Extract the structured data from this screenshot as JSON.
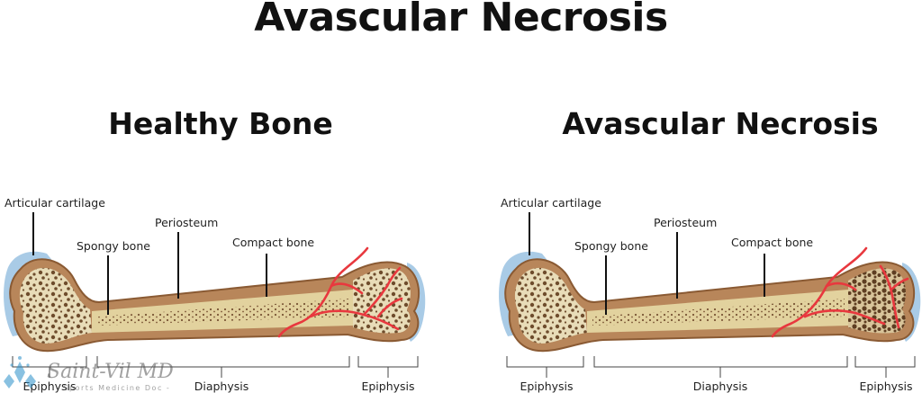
{
  "title": "Avascular Necrosis",
  "panels": [
    {
      "title": "Healthy Bone",
      "labels": {
        "articular_cartilage": "Articular cartilage",
        "periosteum": "Periosteum",
        "spongy_bone": "Spongy bone",
        "compact_bone": "Compact bone"
      },
      "regions": [
        "Epiphysis",
        "Diaphysis",
        "Epiphysis"
      ]
    },
    {
      "title": "Avascular Necrosis",
      "labels": {
        "articular_cartilage": "Articular cartilage",
        "periosteum": "Periosteum",
        "spongy_bone": "Spongy bone",
        "compact_bone": "Compact bone"
      },
      "regions": [
        "Epiphysis",
        "Diaphysis",
        "Epiphysis"
      ]
    }
  ],
  "watermark": {
    "name": "Saint-Vil MD",
    "tagline": "- Sports Medicine Doc -"
  },
  "colors": {
    "cortex": "#b8865a",
    "outline": "#8a5a33",
    "marrow": "#e8dcb8",
    "shaft": "#e2d29e",
    "cartilage": "#a9cbe6",
    "spots": "#6e4c2c",
    "vessel": "#e8383e"
  }
}
